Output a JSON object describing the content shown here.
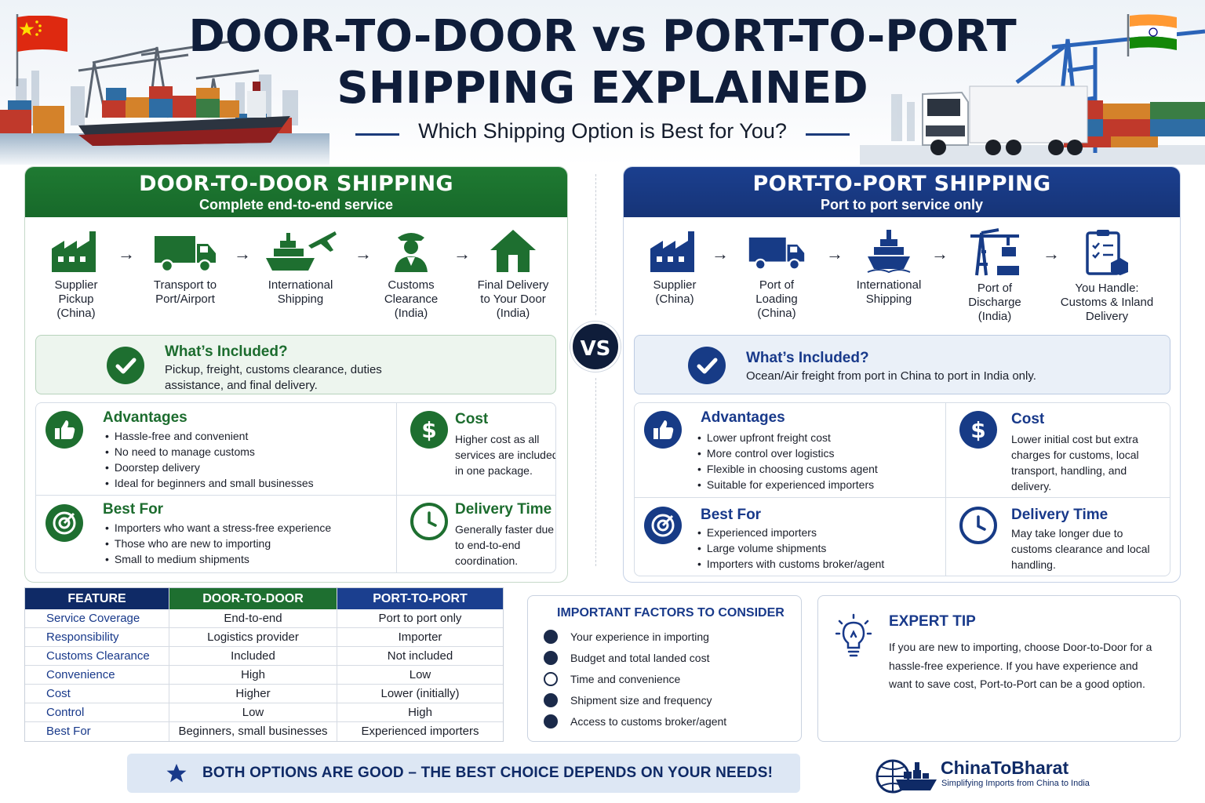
{
  "header": {
    "title_line1": "DOOR-TO-DOOR vs PORT-TO-PORT",
    "title_line2": "SHIPPING EXPLAINED",
    "subtitle": "Which Shipping Option is Best for You?"
  },
  "door": {
    "title": "DOOR-TO-DOOR SHIPPING",
    "subtitle": "Complete end-to-end service",
    "steps": [
      {
        "icon": "factory-icon",
        "lines": [
          "Supplier",
          "Pickup",
          "(China)"
        ]
      },
      {
        "icon": "truck-icon",
        "lines": [
          "Transport to",
          "Port/Airport"
        ]
      },
      {
        "icon": "ship-plane-icon",
        "lines": [
          "International",
          "Shipping"
        ]
      },
      {
        "icon": "customs-officer-icon",
        "lines": [
          "Customs",
          "Clearance",
          "(India)"
        ]
      },
      {
        "icon": "house-icon",
        "lines": [
          "Final Delivery",
          "to Your Door",
          "(India)"
        ]
      }
    ],
    "included_title": "What’s Included?",
    "included_text": "Pickup, freight, customs clearance, duties assistance, and final delivery.",
    "advantages_title": "Advantages",
    "advantages": [
      "Hassle-free and convenient",
      "No need to manage customs",
      "Doorstep delivery",
      "Ideal for beginners and small businesses"
    ],
    "cost_title": "Cost",
    "cost_text": "Higher cost as all services are included in one package.",
    "bestfor_title": "Best For",
    "bestfor": [
      "Importers who want a stress-free experience",
      "Those who are new to importing",
      "Small to medium shipments"
    ],
    "delivery_title": "Delivery Time",
    "delivery_text": "Generally faster due to end-to-end coordination."
  },
  "vs_label": "VS",
  "port": {
    "title": "PORT-TO-PORT SHIPPING",
    "subtitle": "Port to port service only",
    "steps": [
      {
        "icon": "factory-icon",
        "lines": [
          "Supplier",
          "(China)"
        ]
      },
      {
        "icon": "truck-icon",
        "lines": [
          "Port of",
          "Loading",
          "(China)"
        ]
      },
      {
        "icon": "ship-icon",
        "lines": [
          "International",
          "Shipping"
        ]
      },
      {
        "icon": "port-crane-icon",
        "lines": [
          "Port of",
          "Discharge",
          "(India)"
        ]
      },
      {
        "icon": "clipboard-icon",
        "lines": [
          "You Handle:",
          "Customs & Inland",
          "Delivery"
        ]
      }
    ],
    "included_title": "What’s Included?",
    "included_text": "Ocean/Air freight from port in China to port in India only.",
    "advantages_title": "Advantages",
    "advantages": [
      "Lower upfront freight cost",
      "More control over logistics",
      "Flexible in choosing customs agent",
      "Suitable for experienced importers"
    ],
    "cost_title": "Cost",
    "cost_text": "Lower initial cost but extra charges for customs, local transport, handling, and delivery.",
    "bestfor_title": "Best For",
    "bestfor": [
      "Experienced importers",
      "Large volume shipments",
      "Importers with customs broker/agent"
    ],
    "delivery_title": "Delivery Time",
    "delivery_text": "May take longer due to customs clearance and local handling."
  },
  "table": {
    "headers": [
      "FEATURE",
      "DOOR-TO-DOOR",
      "PORT-TO-PORT"
    ],
    "rows": [
      [
        "Service Coverage",
        "End-to-end",
        "Port to port only"
      ],
      [
        "Responsibility",
        "Logistics provider",
        "Importer"
      ],
      [
        "Customs Clearance",
        "Included",
        "Not included"
      ],
      [
        "Convenience",
        "High",
        "Low"
      ],
      [
        "Cost",
        "Higher",
        "Lower (initially)"
      ],
      [
        "Control",
        "Low",
        "High"
      ],
      [
        "Best For",
        "Beginners, small businesses",
        "Experienced importers"
      ]
    ]
  },
  "factors": {
    "title": "IMPORTANT FACTORS TO CONSIDER",
    "items": [
      "Your experience in importing",
      "Budget and total landed cost",
      "Time and convenience",
      "Shipment size and frequency",
      "Access to customs broker/agent"
    ]
  },
  "tip": {
    "title": "EXPERT TIP",
    "text": "If you are new to importing, choose Door-to-Door for a hassle-free experience. If you have experience and want to save cost, Port-to-Port can be a good option."
  },
  "footer": {
    "banner": "BOTH OPTIONS ARE GOOD – THE BEST CHOICE DEPENDS ON YOUR NEEDS!",
    "brand": "ChinaToBharat",
    "tagline": "Simplifying Imports from China to India"
  },
  "colors": {
    "green": "#1e6f30",
    "blue": "#18398a",
    "navy": "#0f1d3a"
  }
}
